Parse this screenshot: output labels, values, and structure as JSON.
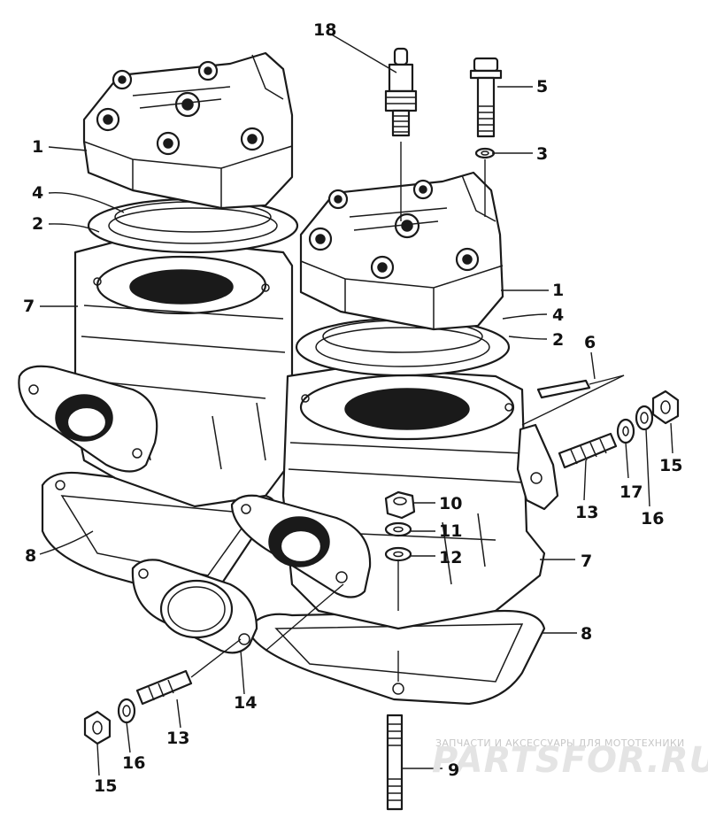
{
  "diagram": {
    "callouts": {
      "c1a": "1",
      "c1b": "1",
      "c2a": "2",
      "c2b": "2",
      "c3": "3",
      "c4a": "4",
      "c4b": "4",
      "c5": "5",
      "c6": "6",
      "c7a": "7",
      "c7b": "7",
      "c8a": "8",
      "c8b": "8",
      "c9": "9",
      "c10": "10",
      "c11": "11",
      "c12": "12",
      "c13a": "13",
      "c13b": "13",
      "c14": "14",
      "c15a": "15",
      "c15b": "15",
      "c16a": "16",
      "c16b": "16",
      "c17": "17",
      "c18": "18"
    }
  },
  "watermark": {
    "caption": "ЗАПЧАСТИ И АКСЕССУАРЫ ДЛЯ МОТОТЕХНИКИ",
    "site": "PARTSFOR.RU"
  }
}
